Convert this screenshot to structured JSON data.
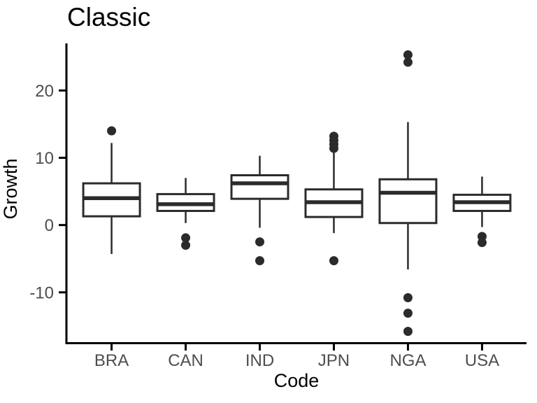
{
  "chart_data": {
    "type": "boxplot",
    "title": "Classic",
    "xlabel": "Code",
    "ylabel": "Growth",
    "categories": [
      "BRA",
      "CAN",
      "IND",
      "JPN",
      "NGA",
      "USA"
    ],
    "y_ticks": [
      -10,
      0,
      10,
      20
    ],
    "ylim": [
      -17.4,
      27.0
    ],
    "grid": "off",
    "legend": "none",
    "series": [
      {
        "category": "BRA",
        "whisker_low": -4.3,
        "q1": 1.3,
        "median": 4.0,
        "q3": 6.2,
        "whisker_high": 12.2,
        "outliers": [
          14.0
        ]
      },
      {
        "category": "CAN",
        "whisker_low": 0.3,
        "q1": 2.1,
        "median": 3.1,
        "q3": 4.6,
        "whisker_high": 7.0,
        "outliers": [
          -1.9,
          -3.0
        ]
      },
      {
        "category": "IND",
        "whisker_low": -0.4,
        "q1": 3.9,
        "median": 6.2,
        "q3": 7.4,
        "whisker_high": 10.3,
        "outliers": [
          -2.5,
          -5.3
        ]
      },
      {
        "category": "JPN",
        "whisker_low": -1.2,
        "q1": 1.2,
        "median": 3.4,
        "q3": 5.3,
        "whisker_high": 11.1,
        "outliers": [
          11.4,
          12.0,
          12.6,
          13.2,
          -5.3
        ]
      },
      {
        "category": "NGA",
        "whisker_low": -6.6,
        "q1": 0.3,
        "median": 4.8,
        "q3": 6.8,
        "whisker_high": 15.3,
        "outliers": [
          24.2,
          25.3,
          -10.8,
          -13.1,
          -15.8
        ]
      },
      {
        "category": "USA",
        "whisker_low": -0.3,
        "q1": 2.1,
        "median": 3.4,
        "q3": 4.5,
        "whisker_high": 7.2,
        "outliers": [
          -1.7,
          -2.6
        ]
      }
    ],
    "colors": {
      "background": "#ffffff",
      "box_stroke": "#2b2b2b",
      "box_fill": "#ffffff",
      "outlier": "#2b2b2b",
      "axis_line": "#000000",
      "tick_label": "#4d4d4d",
      "title": "#000000"
    }
  }
}
